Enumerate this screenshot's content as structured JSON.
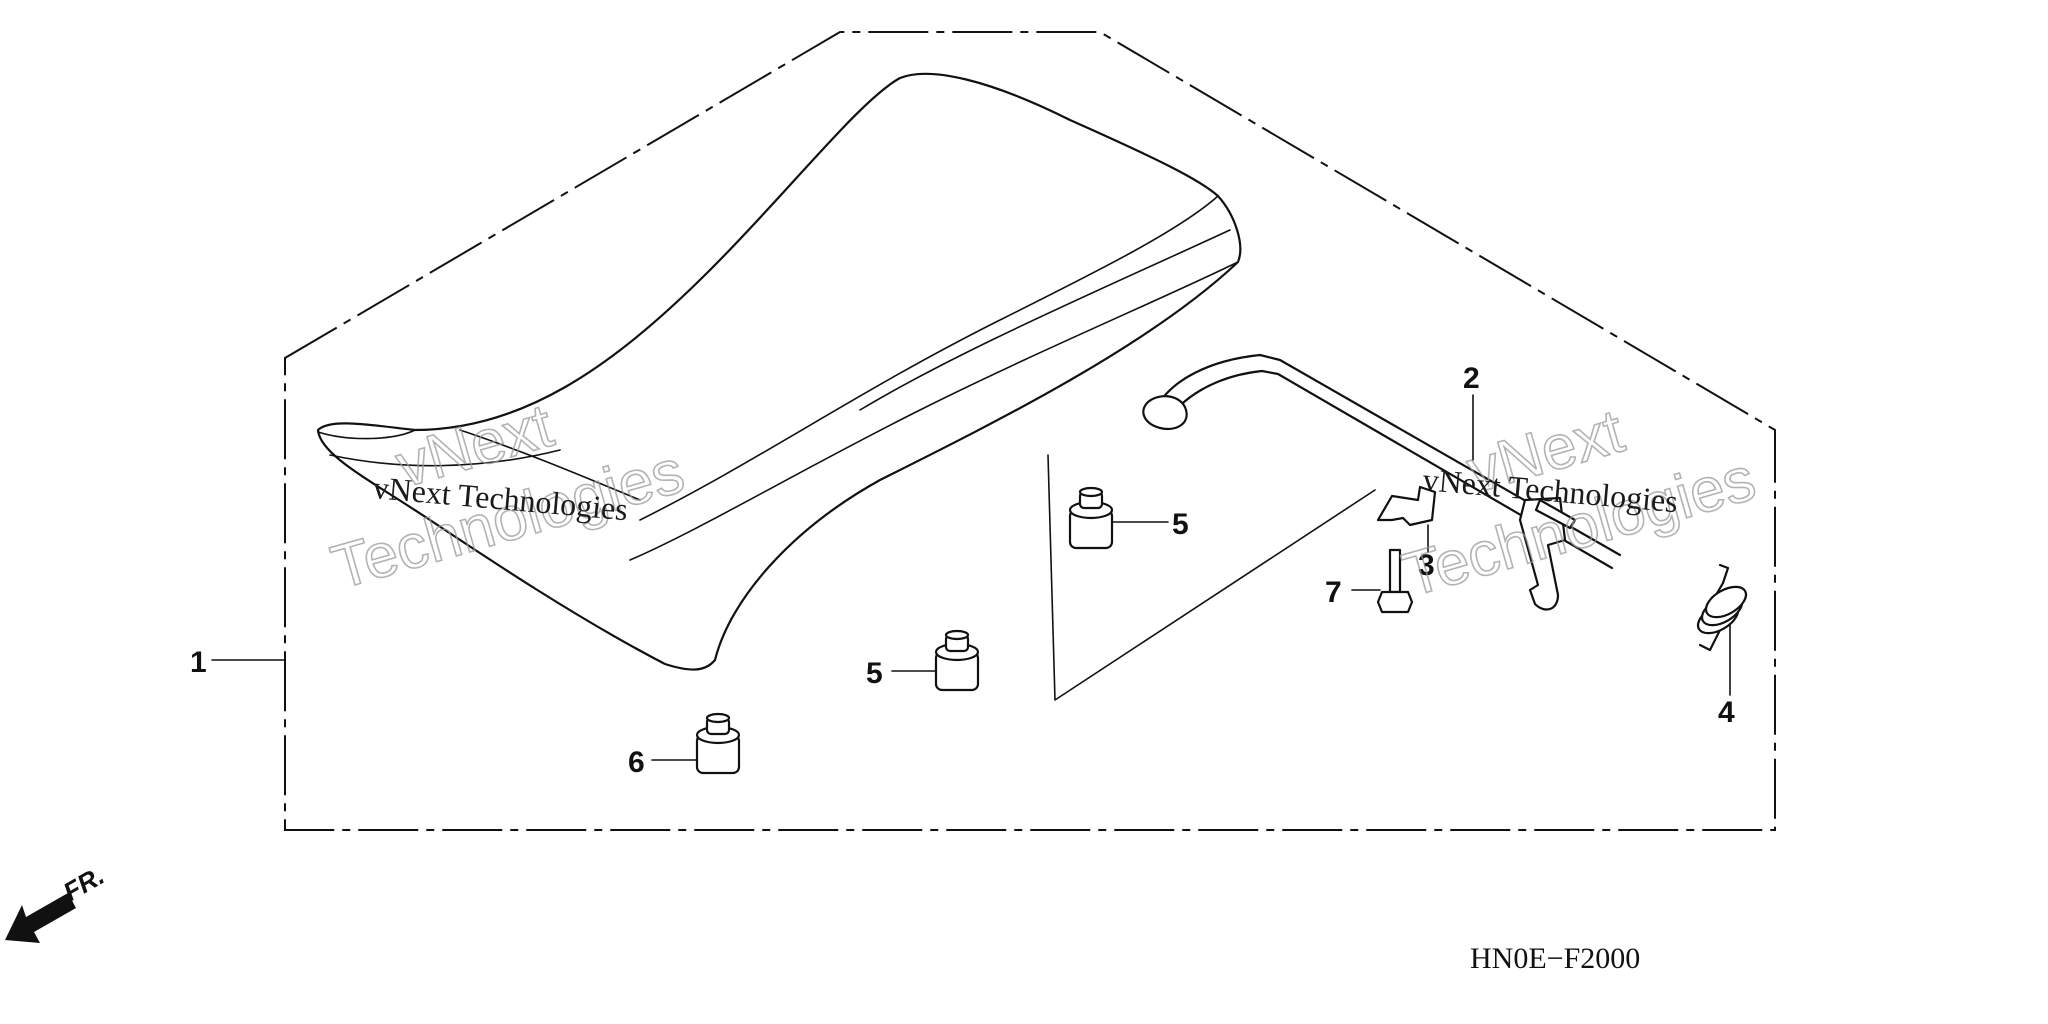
{
  "callouts": {
    "p1": "1",
    "p2": "2",
    "p3": "3",
    "p4": "4",
    "p5a": "5",
    "p5b": "5",
    "p6": "6",
    "p7": "7"
  },
  "diagram_code": "HN0E−F2000",
  "direction_label": "FR.",
  "watermark": {
    "brand_line_1": "vNext",
    "brand_line_2": "Technologies",
    "company": "vNext Technologies"
  },
  "icons": {
    "direction": "front-direction-arrow-icon"
  }
}
